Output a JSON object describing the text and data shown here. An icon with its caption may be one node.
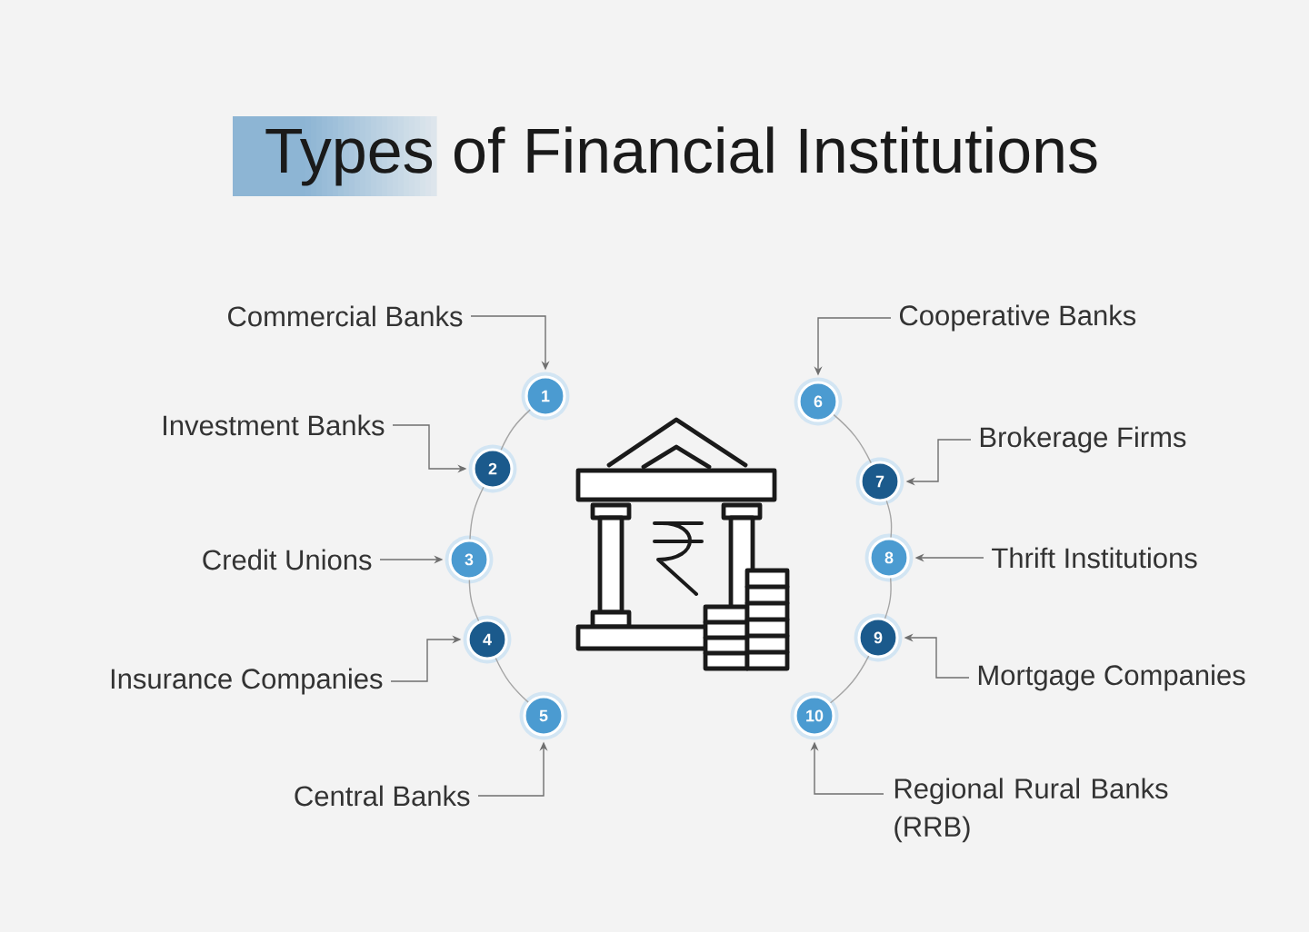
{
  "diagram": {
    "title": "Types of Financial Institutions",
    "nodes": [
      {
        "text": [
          "Commercial Banks"
        ]
      },
      {
        "text": [
          "1"
        ]
      },
      {
        "text": [
          "Investment Banks"
        ]
      },
      {
        "text": [
          "2"
        ]
      },
      {
        "text": [
          "Credit Unions"
        ]
      },
      {
        "text": [
          "3"
        ]
      },
      {
        "text": [
          "Insurance Companies"
        ]
      },
      {
        "text": [
          "4"
        ]
      },
      {
        "text": [
          "Central Banks"
        ]
      },
      {
        "text": [
          "5"
        ]
      },
      {
        "text": [
          "Cooperative Banks"
        ]
      },
      {
        "text": [
          "6"
        ]
      },
      {
        "text": [
          "Brokerage Firms"
        ]
      },
      {
        "text": [
          "7"
        ]
      },
      {
        "text": [
          "Thrift Institutions"
        ]
      },
      {
        "text": [
          "8"
        ]
      },
      {
        "text": [
          "Mortgage Companies"
        ]
      },
      {
        "text": [
          "9"
        ]
      },
      {
        "text": [
          "Regional Rural Banks (RRB)"
        ]
      },
      {
        "text": [
          "10"
        ]
      }
    ],
    "edges": [
      {
        "from": 0,
        "to": 1,
        "arrow": "to"
      },
      {
        "from": 2,
        "to": 3,
        "arrow": "to"
      },
      {
        "from": 4,
        "to": 5,
        "arrow": "to"
      },
      {
        "from": 6,
        "to": 7,
        "arrow": "to"
      },
      {
        "from": 8,
        "to": 9,
        "arrow": "to"
      },
      {
        "from": 10,
        "to": 11,
        "arrow": "to"
      },
      {
        "from": 12,
        "to": 13,
        "arrow": "to"
      },
      {
        "from": 14,
        "to": 15,
        "arrow": "to"
      },
      {
        "from": 16,
        "to": 17,
        "arrow": "to"
      },
      {
        "from": 18,
        "to": 19,
        "arrow": "to"
      },
      {
        "from": 1,
        "to": 3,
        "arrow": "none"
      },
      {
        "from": 3,
        "to": 5,
        "arrow": "none"
      },
      {
        "from": 5,
        "to": 7,
        "arrow": "none"
      },
      {
        "from": 7,
        "to": 9,
        "arrow": "none"
      },
      {
        "from": 11,
        "to": 13,
        "arrow": "none"
      },
      {
        "from": 13,
        "to": 15,
        "arrow": "none"
      },
      {
        "from": 15,
        "to": 17,
        "arrow": "none"
      },
      {
        "from": 17,
        "to": 19,
        "arrow": "none"
      }
    ]
  }
}
